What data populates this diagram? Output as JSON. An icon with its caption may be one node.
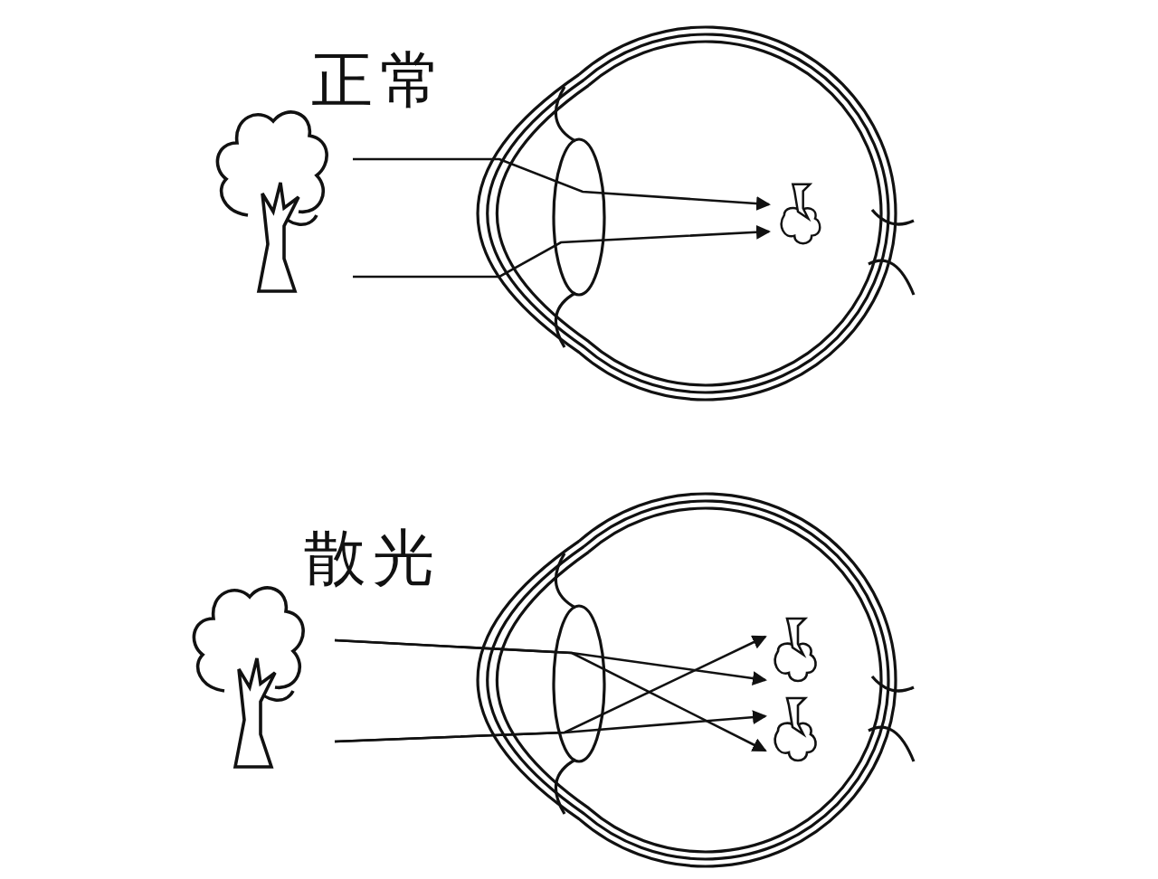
{
  "diagram": {
    "nodes": [
      {
        "text": [],
        "shape": "picture"
      },
      {
        "text": [],
        "shape": "picture"
      },
      {
        "text": [],
        "shape": "picture"
      },
      {
        "text": [],
        "shape": "picture"
      },
      {
        "text": [],
        "shape": "picture"
      }
    ],
    "edges": [
      {
        "from": null,
        "to": 1,
        "arrow": "to"
      },
      {
        "from": null,
        "to": 1,
        "arrow": "to"
      },
      {
        "from": null,
        "to": 3,
        "arrow": "to"
      },
      {
        "from": null,
        "to": 4,
        "arrow": "to"
      },
      {
        "from": null,
        "to": 3,
        "arrow": "to"
      },
      {
        "from": null,
        "to": 4,
        "arrow": "to"
      }
    ],
    "labels": [
      "正常",
      "散光"
    ]
  }
}
